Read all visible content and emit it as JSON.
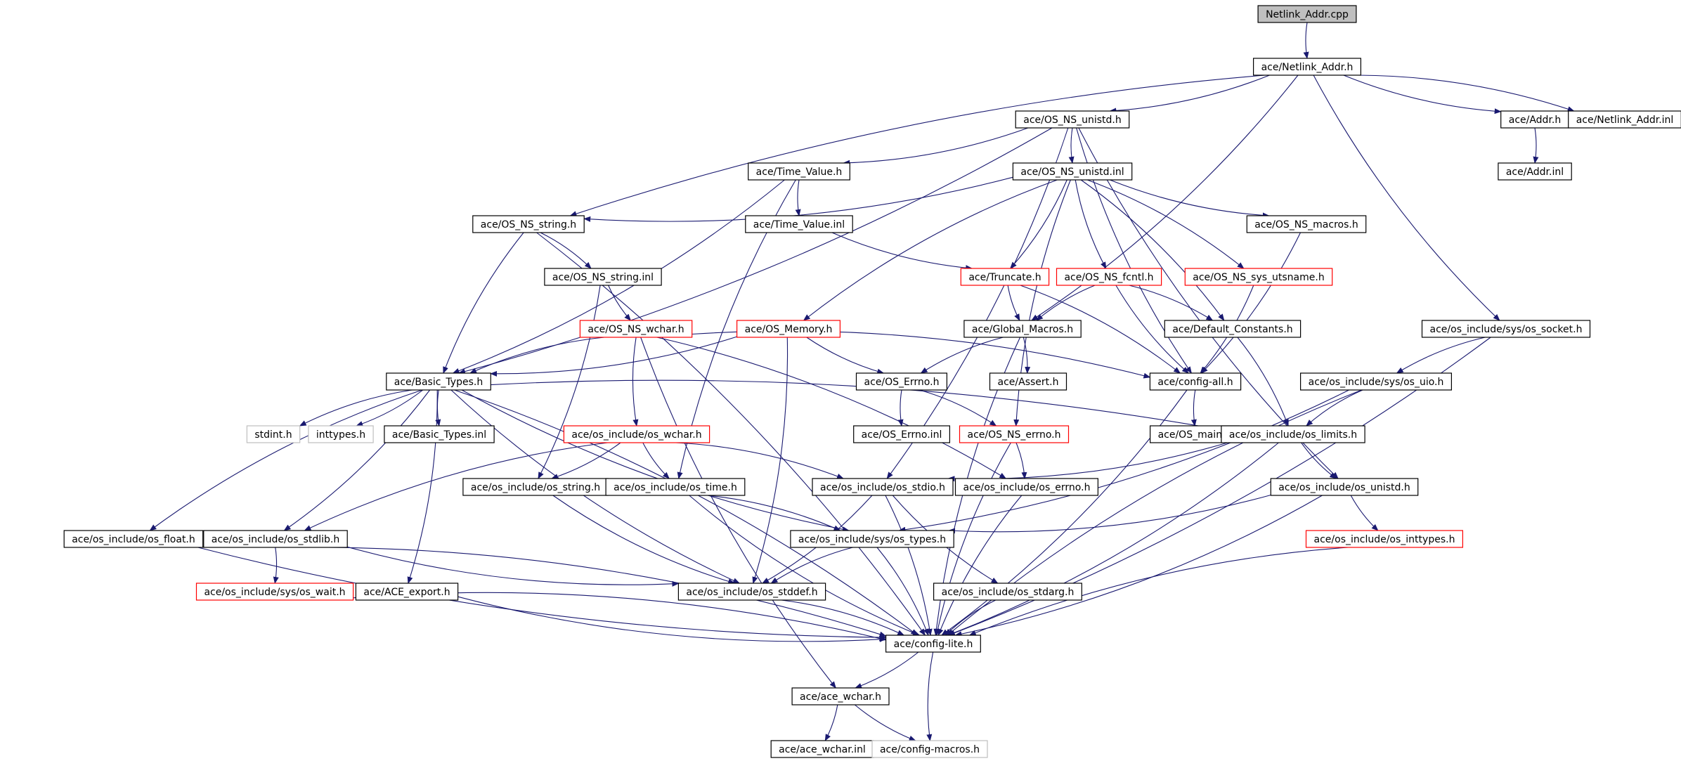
{
  "title": "",
  "colors": {
    "edge": "#191970",
    "border_default": "#000000",
    "border_truncated": "#ff0000",
    "border_missing": "#bfbfbf",
    "fill_root": "#bfbfbf",
    "fill_default": "#ffffff"
  },
  "nodes": [
    {
      "id": "n0",
      "label": "Netlink_Addr.cpp",
      "kind": "root"
    },
    {
      "id": "n1",
      "label": "ace/Netlink_Addr.h",
      "kind": "normal"
    },
    {
      "id": "n2",
      "label": "ace/OS_NS_unistd.h",
      "kind": "normal"
    },
    {
      "id": "n3",
      "label": "ace/Addr.h",
      "kind": "normal"
    },
    {
      "id": "n4",
      "label": "ace/Netlink_Addr.inl",
      "kind": "normal"
    },
    {
      "id": "n5",
      "label": "ace/Time_Value.h",
      "kind": "normal"
    },
    {
      "id": "n6",
      "label": "ace/OS_NS_unistd.inl",
      "kind": "normal"
    },
    {
      "id": "n7",
      "label": "ace/Addr.inl",
      "kind": "normal"
    },
    {
      "id": "n8",
      "label": "ace/OS_NS_string.h",
      "kind": "normal"
    },
    {
      "id": "n9",
      "label": "ace/Time_Value.inl",
      "kind": "normal"
    },
    {
      "id": "n10",
      "label": "ace/OS_NS_macros.h",
      "kind": "normal"
    },
    {
      "id": "n11",
      "label": "ace/OS_NS_string.inl",
      "kind": "normal"
    },
    {
      "id": "n12",
      "label": "ace/Truncate.h",
      "kind": "truncated"
    },
    {
      "id": "n13",
      "label": "ace/OS_NS_fcntl.h",
      "kind": "truncated"
    },
    {
      "id": "n14",
      "label": "ace/OS_NS_sys_utsname.h",
      "kind": "truncated"
    },
    {
      "id": "n15",
      "label": "ace/OS_NS_wchar.h",
      "kind": "truncated"
    },
    {
      "id": "n16",
      "label": "ace/OS_Memory.h",
      "kind": "truncated"
    },
    {
      "id": "n17",
      "label": "ace/Global_Macros.h",
      "kind": "normal"
    },
    {
      "id": "n18",
      "label": "ace/Default_Constants.h",
      "kind": "normal"
    },
    {
      "id": "n19",
      "label": "ace/os_include/sys/os_socket.h",
      "kind": "normal"
    },
    {
      "id": "n20",
      "label": "ace/Basic_Types.h",
      "kind": "normal"
    },
    {
      "id": "n21",
      "label": "ace/OS_Errno.h",
      "kind": "normal"
    },
    {
      "id": "n22",
      "label": "ace/Assert.h",
      "kind": "normal"
    },
    {
      "id": "n23",
      "label": "ace/config-all.h",
      "kind": "normal"
    },
    {
      "id": "n24",
      "label": "ace/os_include/sys/os_uio.h",
      "kind": "normal"
    },
    {
      "id": "n25",
      "label": "stdint.h",
      "kind": "missing"
    },
    {
      "id": "n26",
      "label": "inttypes.h",
      "kind": "missing"
    },
    {
      "id": "n27",
      "label": "ace/Basic_Types.inl",
      "kind": "normal"
    },
    {
      "id": "n28",
      "label": "ace/os_include/os_wchar.h",
      "kind": "truncated"
    },
    {
      "id": "n29",
      "label": "ace/OS_Errno.inl",
      "kind": "normal"
    },
    {
      "id": "n30",
      "label": "ace/OS_NS_errno.h",
      "kind": "truncated"
    },
    {
      "id": "n31",
      "label": "ace/OS_main.h",
      "kind": "normal"
    },
    {
      "id": "n32",
      "label": "ace/os_include/os_limits.h",
      "kind": "normal"
    },
    {
      "id": "n33",
      "label": "ace/os_include/os_string.h",
      "kind": "normal"
    },
    {
      "id": "n34",
      "label": "ace/os_include/os_time.h",
      "kind": "normal"
    },
    {
      "id": "n35",
      "label": "ace/os_include/os_stdio.h",
      "kind": "normal"
    },
    {
      "id": "n36",
      "label": "ace/os_include/os_errno.h",
      "kind": "normal"
    },
    {
      "id": "n37",
      "label": "ace/os_include/os_unistd.h",
      "kind": "normal"
    },
    {
      "id": "n38",
      "label": "ace/os_include/os_float.h",
      "kind": "normal"
    },
    {
      "id": "n39",
      "label": "ace/os_include/os_stdlib.h",
      "kind": "normal"
    },
    {
      "id": "n40",
      "label": "ace/os_include/sys/os_types.h",
      "kind": "normal"
    },
    {
      "id": "n41",
      "label": "ace/os_include/os_inttypes.h",
      "kind": "truncated"
    },
    {
      "id": "n42",
      "label": "ace/os_include/sys/os_wait.h",
      "kind": "truncated"
    },
    {
      "id": "n43",
      "label": "ace/ACE_export.h",
      "kind": "normal"
    },
    {
      "id": "n44",
      "label": "ace/os_include/os_stddef.h",
      "kind": "normal"
    },
    {
      "id": "n45",
      "label": "ace/os_include/os_stdarg.h",
      "kind": "normal"
    },
    {
      "id": "n46",
      "label": "ace/config-lite.h",
      "kind": "normal"
    },
    {
      "id": "n47",
      "label": "ace/ace_wchar.h",
      "kind": "normal"
    },
    {
      "id": "n48",
      "label": "ace/ace_wchar.inl",
      "kind": "normal"
    },
    {
      "id": "n49",
      "label": "ace/config-macros.h",
      "kind": "missing"
    }
  ],
  "edges": [
    [
      "n0",
      "n1"
    ],
    [
      "n1",
      "n2"
    ],
    [
      "n1",
      "n3"
    ],
    [
      "n1",
      "n4"
    ],
    [
      "n1",
      "n8"
    ],
    [
      "n1",
      "n17"
    ],
    [
      "n1",
      "n19"
    ],
    [
      "n2",
      "n5"
    ],
    [
      "n2",
      "n6"
    ],
    [
      "n2",
      "n20"
    ],
    [
      "n2",
      "n23"
    ],
    [
      "n2",
      "n35"
    ],
    [
      "n2",
      "n37"
    ],
    [
      "n3",
      "n7"
    ],
    [
      "n5",
      "n9"
    ],
    [
      "n5",
      "n20"
    ],
    [
      "n5",
      "n34"
    ],
    [
      "n6",
      "n8"
    ],
    [
      "n6",
      "n10"
    ],
    [
      "n6",
      "n12"
    ],
    [
      "n6",
      "n13"
    ],
    [
      "n6",
      "n14"
    ],
    [
      "n6",
      "n16"
    ],
    [
      "n6",
      "n18"
    ],
    [
      "n6",
      "n30"
    ],
    [
      "n8",
      "n11"
    ],
    [
      "n8",
      "n20"
    ],
    [
      "n8",
      "n46"
    ],
    [
      "n9",
      "n12"
    ],
    [
      "n10",
      "n23"
    ],
    [
      "n11",
      "n15"
    ],
    [
      "n11",
      "n33"
    ],
    [
      "n12",
      "n17"
    ],
    [
      "n12",
      "n23"
    ],
    [
      "n13",
      "n17"
    ],
    [
      "n13",
      "n18"
    ],
    [
      "n13",
      "n23"
    ],
    [
      "n14",
      "n23"
    ],
    [
      "n15",
      "n20"
    ],
    [
      "n15",
      "n23"
    ],
    [
      "n15",
      "n28"
    ],
    [
      "n15",
      "n36"
    ],
    [
      "n15",
      "n47"
    ],
    [
      "n16",
      "n20"
    ],
    [
      "n16",
      "n21"
    ],
    [
      "n16",
      "n44"
    ],
    [
      "n17",
      "n21"
    ],
    [
      "n17",
      "n22"
    ],
    [
      "n17",
      "n46"
    ],
    [
      "n18",
      "n32"
    ],
    [
      "n19",
      "n24"
    ],
    [
      "n19",
      "n46"
    ],
    [
      "n20",
      "n25"
    ],
    [
      "n20",
      "n26"
    ],
    [
      "n20",
      "n27"
    ],
    [
      "n20",
      "n32"
    ],
    [
      "n20",
      "n38"
    ],
    [
      "n20",
      "n39"
    ],
    [
      "n20",
      "n40"
    ],
    [
      "n20",
      "n43"
    ],
    [
      "n20",
      "n44"
    ],
    [
      "n20",
      "n46"
    ],
    [
      "n21",
      "n29"
    ],
    [
      "n21",
      "n30"
    ],
    [
      "n23",
      "n31"
    ],
    [
      "n23",
      "n46"
    ],
    [
      "n24",
      "n32"
    ],
    [
      "n24",
      "n40"
    ],
    [
      "n24",
      "n46"
    ],
    [
      "n28",
      "n33"
    ],
    [
      "n28",
      "n34"
    ],
    [
      "n28",
      "n35"
    ],
    [
      "n28",
      "n39"
    ],
    [
      "n30",
      "n36"
    ],
    [
      "n30",
      "n46"
    ],
    [
      "n32",
      "n35"
    ],
    [
      "n32",
      "n37"
    ],
    [
      "n32",
      "n46"
    ],
    [
      "n33",
      "n44"
    ],
    [
      "n34",
      "n40"
    ],
    [
      "n34",
      "n46"
    ],
    [
      "n35",
      "n44"
    ],
    [
      "n35",
      "n45"
    ],
    [
      "n35",
      "n46"
    ],
    [
      "n36",
      "n46"
    ],
    [
      "n37",
      "n40"
    ],
    [
      "n37",
      "n41"
    ],
    [
      "n37",
      "n46"
    ],
    [
      "n38",
      "n46"
    ],
    [
      "n39",
      "n42"
    ],
    [
      "n39",
      "n44"
    ],
    [
      "n39",
      "n46"
    ],
    [
      "n40",
      "n44"
    ],
    [
      "n40",
      "n46"
    ],
    [
      "n41",
      "n46"
    ],
    [
      "n42",
      "n46"
    ],
    [
      "n43",
      "n46"
    ],
    [
      "n44",
      "n46"
    ],
    [
      "n45",
      "n46"
    ],
    [
      "n46",
      "n47"
    ],
    [
      "n46",
      "n49"
    ],
    [
      "n47",
      "n48"
    ],
    [
      "n47",
      "n49"
    ]
  ]
}
